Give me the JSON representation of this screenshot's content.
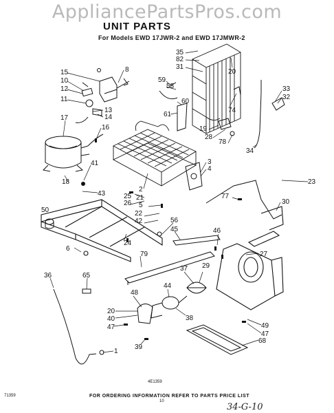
{
  "watermark": "AppliancePartsPros.com",
  "title": "UNIT PARTS",
  "models_line": "For Models EWD 17JWR-2 and EWD 17JMWR-2",
  "footer_text": "FOR ORDERING INFORMATION REFER TO PARTS PRICE LIST",
  "page_code": "71359",
  "page_number": "10",
  "figure_code": "4E1359",
  "handwritten": "34-G-10",
  "parts": [
    {
      "id": "p15",
      "num": "15"
    },
    {
      "id": "p10",
      "num": "10"
    },
    {
      "id": "p12",
      "num": "12"
    },
    {
      "id": "p11",
      "num": "11"
    },
    {
      "id": "p8",
      "num": "8"
    },
    {
      "id": "p13",
      "num": "13"
    },
    {
      "id": "p14",
      "num": "14"
    },
    {
      "id": "p17",
      "num": "17"
    },
    {
      "id": "p16",
      "num": "16"
    },
    {
      "id": "p18",
      "num": "18"
    },
    {
      "id": "p41",
      "num": "41"
    },
    {
      "id": "p35",
      "num": "35"
    },
    {
      "id": "p82",
      "num": "82"
    },
    {
      "id": "p31",
      "num": "31"
    },
    {
      "id": "p20a",
      "num": "20"
    },
    {
      "id": "p59",
      "num": "59"
    },
    {
      "id": "p58",
      "num": "58"
    },
    {
      "id": "p60",
      "num": "60"
    },
    {
      "id": "p61",
      "num": "61"
    },
    {
      "id": "p74",
      "num": "74"
    },
    {
      "id": "p33",
      "num": "33"
    },
    {
      "id": "p32",
      "num": "32"
    },
    {
      "id": "p19",
      "num": "19"
    },
    {
      "id": "p28",
      "num": "28"
    },
    {
      "id": "p78",
      "num": "78"
    },
    {
      "id": "p34",
      "num": "34"
    },
    {
      "id": "p3",
      "num": "3"
    },
    {
      "id": "p4",
      "num": "4"
    },
    {
      "id": "p23",
      "num": "23"
    },
    {
      "id": "p2",
      "num": "2"
    },
    {
      "id": "p43",
      "num": "43"
    },
    {
      "id": "p21",
      "num": "21"
    },
    {
      "id": "p25",
      "num": "25"
    },
    {
      "id": "p26",
      "num": "26"
    },
    {
      "id": "p5",
      "num": "5"
    },
    {
      "id": "p22",
      "num": "22"
    },
    {
      "id": "p42",
      "num": "42"
    },
    {
      "id": "p50",
      "num": "50"
    },
    {
      "id": "p24",
      "num": "24"
    },
    {
      "id": "p56",
      "num": "56"
    },
    {
      "id": "p45",
      "num": "45"
    },
    {
      "id": "p77",
      "num": "77"
    },
    {
      "id": "p30",
      "num": "30"
    },
    {
      "id": "p46",
      "num": "46"
    },
    {
      "id": "p6",
      "num": "6"
    },
    {
      "id": "p79",
      "num": "79"
    },
    {
      "id": "p27",
      "num": "27"
    },
    {
      "id": "p37",
      "num": "37"
    },
    {
      "id": "p29",
      "num": "29"
    },
    {
      "id": "p36",
      "num": "36"
    },
    {
      "id": "p65",
      "num": "65"
    },
    {
      "id": "p44",
      "num": "44"
    },
    {
      "id": "p48",
      "num": "48"
    },
    {
      "id": "p38",
      "num": "38"
    },
    {
      "id": "p20b",
      "num": "20"
    },
    {
      "id": "p40",
      "num": "40"
    },
    {
      "id": "p47a",
      "num": "47"
    },
    {
      "id": "p49",
      "num": "49"
    },
    {
      "id": "p47b",
      "num": "47"
    },
    {
      "id": "p39",
      "num": "39"
    },
    {
      "id": "p68",
      "num": "68"
    },
    {
      "id": "p1",
      "num": "1"
    }
  ]
}
